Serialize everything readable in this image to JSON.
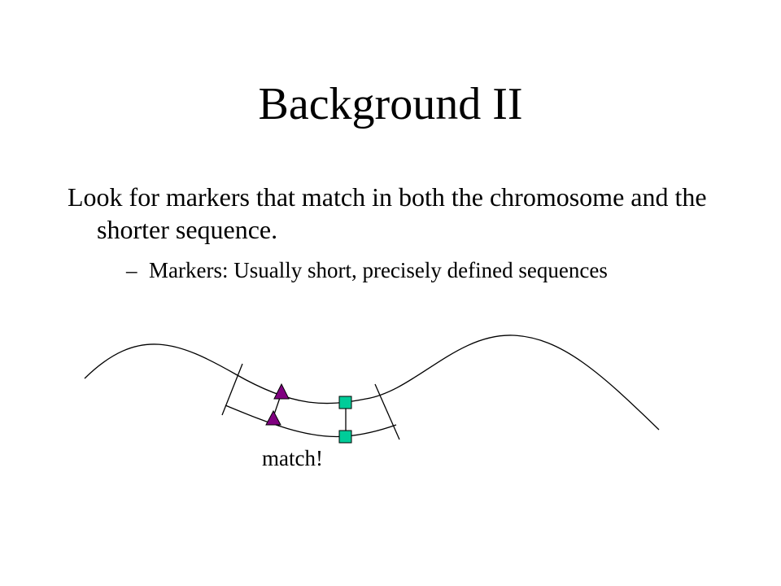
{
  "slide": {
    "title": "Background II",
    "bullet_main": "Look for markers that match in both the chromosome and the shorter sequence.",
    "bullet_sub_dash": "–",
    "bullet_sub": "Markers: Usually short, precisely defined sequences"
  },
  "diagram": {
    "match_label": "match!",
    "colors": {
      "line": "#000000",
      "triangle_marker": "#800080",
      "square_marker": "#00cc99"
    },
    "icons": [
      "triangle-marker",
      "square-marker"
    ]
  }
}
